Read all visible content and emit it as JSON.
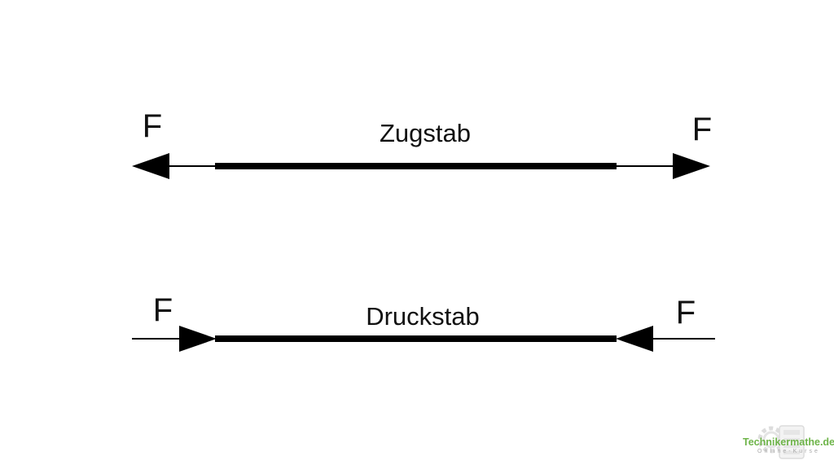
{
  "zugstab": {
    "label": "Zugstab",
    "force_left": "F",
    "force_right": "F"
  },
  "druckstab": {
    "label": "Druckstab",
    "force_left": "F",
    "force_right": "F"
  },
  "watermark": {
    "site": "Technikermathe.de",
    "tagline": "Online-Kurse"
  },
  "colors": {
    "line": "#000000",
    "text": "#111111",
    "watermark_green": "#55a82a",
    "watermark_gray": "#9a9a9a"
  }
}
